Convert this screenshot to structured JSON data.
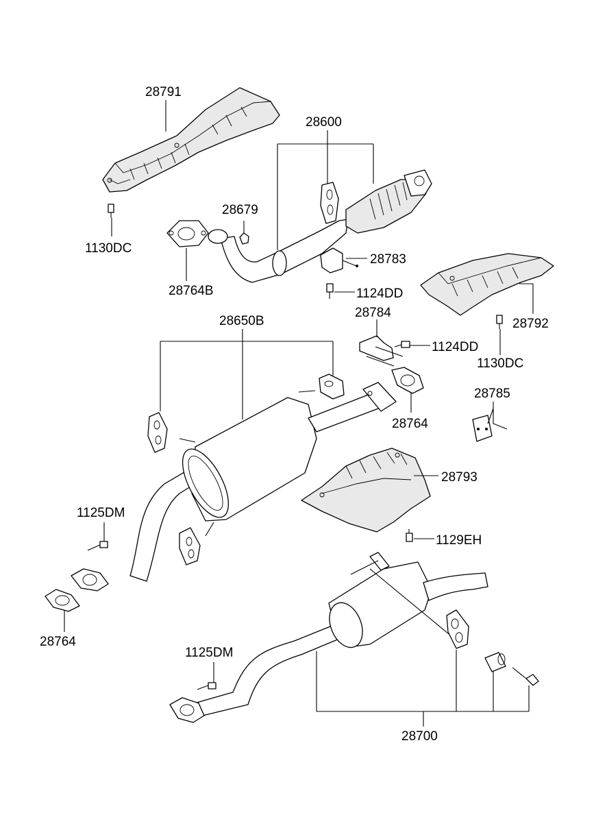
{
  "labels": {
    "p28791": "28791",
    "p28600": "28600",
    "p28679": "28679",
    "p1130dc_left": "1130DC",
    "p28764b": "28764B",
    "p28783": "28783",
    "p1124dd_upper": "1124DD",
    "p28784": "28784",
    "p1124dd_lower": "1124DD",
    "p28792": "28792",
    "p1130dc_right": "1130DC",
    "p28650b": "28650B",
    "p28764_mid": "28764",
    "p28785": "28785",
    "p28793": "28793",
    "p1125dm_left": "1125DM",
    "p1129eh": "1129EH",
    "p28764_left": "28764",
    "p1125dm_bottom": "1125DM",
    "p28700": "28700"
  }
}
